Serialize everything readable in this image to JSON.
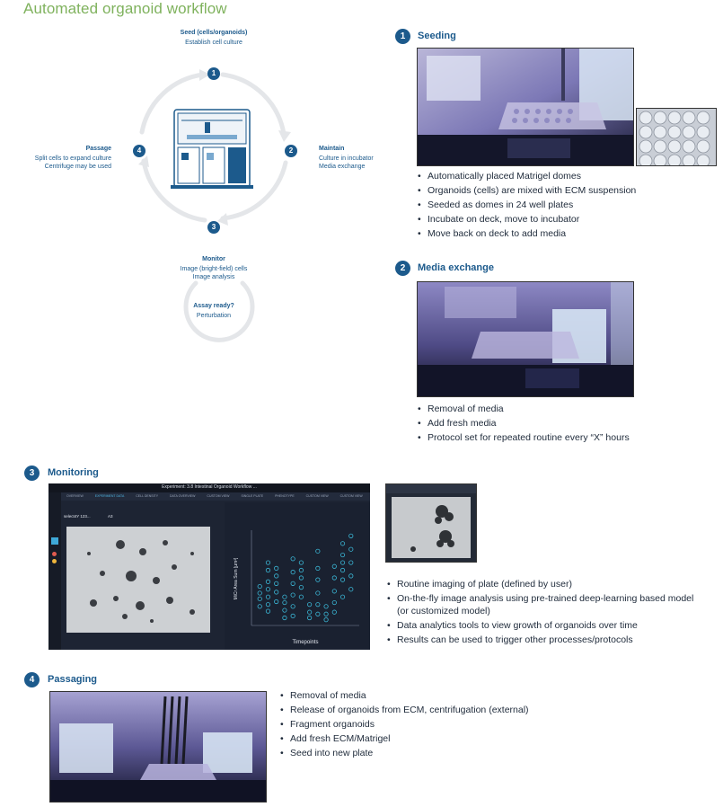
{
  "title": "Automated organoid workflow",
  "cycle": {
    "steps": [
      {
        "number": "1",
        "title": "Seed (cells/organoids)",
        "lines": [
          "Establish cell culture"
        ]
      },
      {
        "number": "2",
        "title": "Maintain",
        "lines": [
          "Culture in incubator",
          "Media exchange"
        ]
      },
      {
        "number": "3",
        "title": "Monitor",
        "lines": [
          "Image (bright-field) cells",
          "Image analysis"
        ]
      },
      {
        "number": "4",
        "title": "Passage",
        "lines": [
          "Split cells to expand culture",
          "Centrifuge may be used"
        ]
      }
    ],
    "assay": {
      "title": "Assay ready?",
      "line": "Perturbation"
    }
  },
  "sections": {
    "seeding": {
      "number": "1",
      "heading": "Seeding",
      "bullets": [
        "Automatically placed Matrigel domes",
        "Organoids (cells) are mixed with ECM suspension",
        "Seeded as domes in 24 well plates",
        "Incubate on deck, move to incubator",
        "Move back on deck to add media"
      ]
    },
    "media": {
      "number": "2",
      "heading": "Media exchange",
      "bullets": [
        "Removal of media",
        "Add fresh media",
        "Protocol set for repeated routine every “X” hours"
      ]
    },
    "monitoring": {
      "number": "3",
      "heading": "Monitoring",
      "bullets": [
        "Routine imaging of plate (defined by user)",
        "On-the-fly image analysis using pre-trained deep-learning based model\n(or customized model)",
        "Data analytics tools to view growth of organoids over time",
        "Results can be used to trigger other processes/protocols"
      ],
      "software": {
        "window_title": "Experiment: 3.8 Intestinal Organoid Workflow ...",
        "tabs": [
          "OVERVIEW",
          "EXPERIMENT DATA",
          "CELL DENSITY",
          "DATA OVERVIEW",
          "CUSTOM VIEW",
          "SINGLE PLATE",
          "PHENOTYPE",
          "CUSTOM VIEW",
          "CUSTOM VIEW"
        ],
        "plate_label": "select4Y 123...",
        "well": "A3",
        "plot_ylabel": "MiCr Area Sum [µm²]",
        "plot_xlabel": "Timepoints"
      }
    },
    "passaging": {
      "number": "4",
      "heading": "Passaging",
      "bullets": [
        "Removal of media",
        "Release of organoids from ECM, centrifugation (external)",
        "Fragment organoids",
        "Add fresh ECM/Matrigel",
        "Seed into new plate"
      ]
    }
  },
  "colors": {
    "brand": "#1c5a8c",
    "title_green": "#7fb25d",
    "ring": "#e4e6e9",
    "plot_points": "#3bb7d6"
  },
  "chart_data": {
    "type": "scatter",
    "title": "",
    "xlabel": "Timepoints",
    "ylabel": "MiCr Area Sum [µm²]",
    "series": [
      {
        "values": [
          [
            1,
            20
          ],
          [
            1,
            28
          ],
          [
            1,
            34
          ],
          [
            1,
            41
          ],
          [
            2,
            15
          ],
          [
            2,
            22
          ],
          [
            2,
            30
          ],
          [
            2,
            38
          ],
          [
            2,
            46
          ],
          [
            2,
            58
          ],
          [
            2,
            66
          ],
          [
            3,
            25
          ],
          [
            3,
            35
          ],
          [
            3,
            44
          ],
          [
            3,
            52
          ],
          [
            3,
            60
          ],
          [
            4,
            8
          ],
          [
            4,
            16
          ],
          [
            4,
            24
          ],
          [
            4,
            30
          ],
          [
            5,
            10
          ],
          [
            5,
            20
          ],
          [
            5,
            32
          ],
          [
            5,
            44
          ],
          [
            5,
            56
          ],
          [
            5,
            70
          ],
          [
            6,
            30
          ],
          [
            6,
            40
          ],
          [
            6,
            50
          ],
          [
            6,
            58
          ],
          [
            6,
            66
          ],
          [
            7,
            8
          ],
          [
            7,
            14
          ],
          [
            7,
            22
          ],
          [
            8,
            12
          ],
          [
            8,
            22
          ],
          [
            8,
            34
          ],
          [
            8,
            48
          ],
          [
            8,
            60
          ],
          [
            8,
            78
          ],
          [
            9,
            6
          ],
          [
            9,
            12
          ],
          [
            9,
            20
          ],
          [
            10,
            14
          ],
          [
            10,
            24
          ],
          [
            10,
            36
          ],
          [
            10,
            50
          ],
          [
            10,
            62
          ],
          [
            11,
            30
          ],
          [
            11,
            48
          ],
          [
            11,
            58
          ],
          [
            11,
            66
          ],
          [
            11,
            74
          ],
          [
            11,
            86
          ],
          [
            12,
            38
          ],
          [
            12,
            52
          ],
          [
            12,
            66
          ],
          [
            12,
            80
          ],
          [
            12,
            94
          ]
        ]
      }
    ]
  }
}
